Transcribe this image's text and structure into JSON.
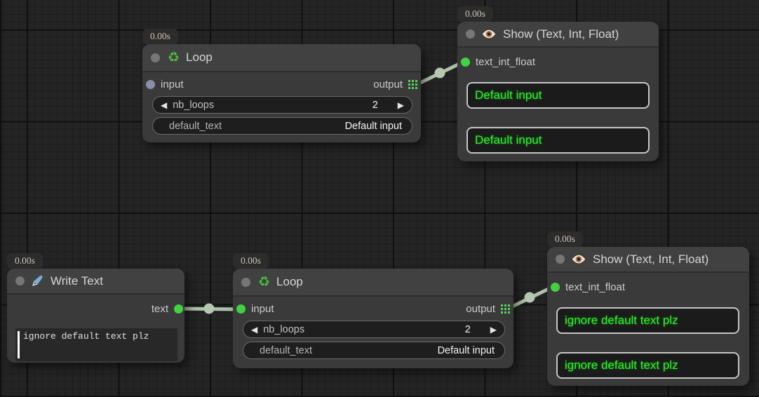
{
  "colors": {
    "canvas_bg": "#242424",
    "node_bg": "#3a3a3a",
    "node_header": "#414141",
    "wire": "#aec2aa",
    "link_dot": "#b6c8b2",
    "slot_connected": "#43d143",
    "slot_unconnected": "#8a8ea9",
    "show_text_green": "#2bf32b"
  },
  "icons": {
    "recycle_glyph": "♻",
    "decrement_glyph": "◀",
    "increment_glyph": "▶"
  },
  "nodes": {
    "loop_top": {
      "timer": "0.00s",
      "title": "Loop",
      "input_label": "input",
      "output_label": "output",
      "nb_loops_label": "nb_loops",
      "nb_loops_value": "2",
      "default_text_label": "default_text",
      "default_text_value": "Default input"
    },
    "show_top": {
      "timer": "0.00s",
      "title": "Show (Text, Int, Float)",
      "input_label": "text_int_float",
      "box1": "Default input",
      "box2": "Default input"
    },
    "write_text": {
      "timer": "0.00s",
      "title": "Write Text",
      "output_label": "text",
      "text_value": "ignore default text plz"
    },
    "loop_bottom": {
      "timer": "0.00s",
      "title": "Loop",
      "input_label": "input",
      "output_label": "output",
      "nb_loops_label": "nb_loops",
      "nb_loops_value": "2",
      "default_text_label": "default_text",
      "default_text_value": "Default input"
    },
    "show_bottom": {
      "timer": "0.00s",
      "title": "Show (Text, Int, Float)",
      "input_label": "text_int_float",
      "box1": "ignore default text plz",
      "box2": "ignore default text plz"
    }
  }
}
